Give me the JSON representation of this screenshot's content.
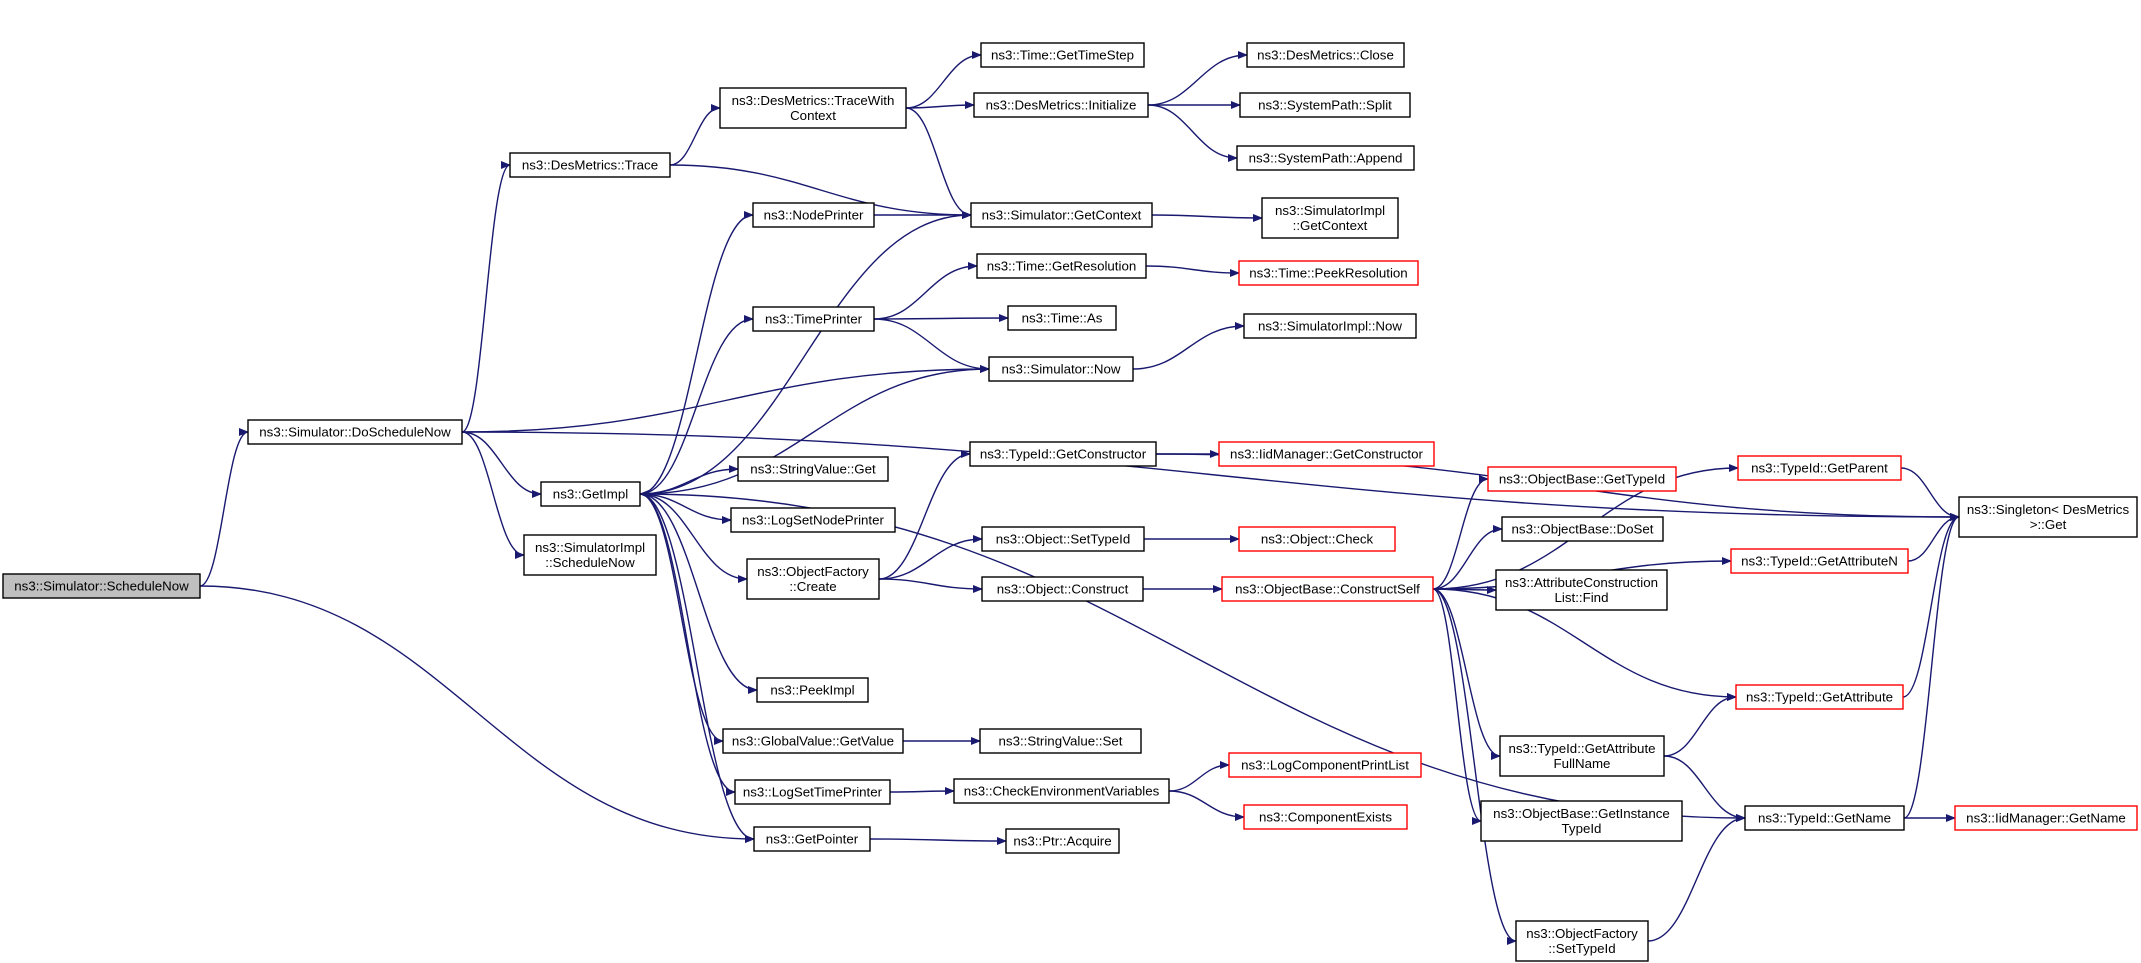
{
  "graph": {
    "edge_color": "#191970",
    "root_fill": "#bfbfbf",
    "external_node_border": "#ff0000",
    "nodes": [
      {
        "id": "schedulenow",
        "lines": [
          "ns3::Simulator::ScheduleNow"
        ],
        "root": true
      },
      {
        "id": "doschedulenow",
        "lines": [
          "ns3::Simulator::DoScheduleNow"
        ]
      },
      {
        "id": "getpointer",
        "lines": [
          "ns3::GetPointer"
        ]
      },
      {
        "id": "desmetricstrace",
        "lines": [
          "ns3::DesMetrics::Trace"
        ]
      },
      {
        "id": "getimpl",
        "lines": [
          "ns3::GetImpl"
        ]
      },
      {
        "id": "simimplschedulenow",
        "lines": [
          "ns3::SimulatorImpl",
          "::ScheduleNow"
        ]
      },
      {
        "id": "simulatornow",
        "lines": [
          "ns3::Simulator::Now"
        ]
      },
      {
        "id": "singletonget",
        "lines": [
          "ns3::Singleton< DesMetrics",
          ">::Get"
        ]
      },
      {
        "id": "tracewithcontext",
        "lines": [
          "ns3::DesMetrics::TraceWith",
          "Context"
        ]
      },
      {
        "id": "simgetcontext",
        "lines": [
          "ns3::Simulator::GetContext"
        ]
      },
      {
        "id": "timegettimestep",
        "lines": [
          "ns3::Time::GetTimeStep"
        ]
      },
      {
        "id": "desmetricsinit",
        "lines": [
          "ns3::DesMetrics::Initialize"
        ]
      },
      {
        "id": "desmetricsclose",
        "lines": [
          "ns3::DesMetrics::Close"
        ]
      },
      {
        "id": "systempathsplit",
        "lines": [
          "ns3::SystemPath::Split"
        ]
      },
      {
        "id": "systempathappend",
        "lines": [
          "ns3::SystemPath::Append"
        ]
      },
      {
        "id": "simimplgetcontext",
        "lines": [
          "ns3::SimulatorImpl",
          "::GetContext"
        ]
      },
      {
        "id": "nodeprinter",
        "lines": [
          "ns3::NodePrinter"
        ]
      },
      {
        "id": "timeprinter",
        "lines": [
          "ns3::TimePrinter"
        ]
      },
      {
        "id": "stringvalueget",
        "lines": [
          "ns3::StringValue::Get"
        ]
      },
      {
        "id": "logsetnodeprinter",
        "lines": [
          "ns3::LogSetNodePrinter"
        ]
      },
      {
        "id": "objectfactorycreate",
        "lines": [
          "ns3::ObjectFactory",
          "::Create"
        ]
      },
      {
        "id": "peekimpl",
        "lines": [
          "ns3::PeekImpl"
        ]
      },
      {
        "id": "globalvaluegetvalue",
        "lines": [
          "ns3::GlobalValue::GetValue"
        ]
      },
      {
        "id": "logsettimeprinter",
        "lines": [
          "ns3::LogSetTimePrinter"
        ]
      },
      {
        "id": "typeidgetname",
        "lines": [
          "ns3::TypeId::GetName"
        ]
      },
      {
        "id": "timegetresolution",
        "lines": [
          "ns3::Time::GetResolution"
        ]
      },
      {
        "id": "timeas",
        "lines": [
          "ns3::Time::As"
        ]
      },
      {
        "id": "timepeekresolution",
        "lines": [
          "ns3::Time::PeekResolution"
        ],
        "red": true
      },
      {
        "id": "simimplnow",
        "lines": [
          "ns3::SimulatorImpl::Now"
        ]
      },
      {
        "id": "typeidgetconstructor",
        "lines": [
          "ns3::TypeId::GetConstructor"
        ]
      },
      {
        "id": "objectsettypeid",
        "lines": [
          "ns3::Object::SetTypeId"
        ]
      },
      {
        "id": "objectconstruct",
        "lines": [
          "ns3::Object::Construct"
        ]
      },
      {
        "id": "iidgetconstructor",
        "lines": [
          "ns3::IidManager::GetConstructor"
        ],
        "red": true
      },
      {
        "id": "objectcheck",
        "lines": [
          "ns3::Object::Check"
        ],
        "red": true
      },
      {
        "id": "constructself",
        "lines": [
          "ns3::ObjectBase::ConstructSelf"
        ],
        "red": true
      },
      {
        "id": "objbasegettypeid",
        "lines": [
          "ns3::ObjectBase::GetTypeId"
        ],
        "red": true
      },
      {
        "id": "objbasedoset",
        "lines": [
          "ns3::ObjectBase::DoSet"
        ]
      },
      {
        "id": "attrconstrfind",
        "lines": [
          "ns3::AttributeConstruction",
          "List::Find"
        ]
      },
      {
        "id": "typeidgetattrfullname",
        "lines": [
          "ns3::TypeId::GetAttribute",
          "FullName"
        ]
      },
      {
        "id": "objbasegetinstancetypeid",
        "lines": [
          "ns3::ObjectBase::GetInstance",
          "TypeId"
        ]
      },
      {
        "id": "objfactorysettypeid",
        "lines": [
          "ns3::ObjectFactory",
          "::SetTypeId"
        ]
      },
      {
        "id": "typeidgetparent",
        "lines": [
          "ns3::TypeId::GetParent"
        ],
        "red": true
      },
      {
        "id": "typeidgetattributen",
        "lines": [
          "ns3::TypeId::GetAttributeN"
        ],
        "red": true
      },
      {
        "id": "typeidgetattribute",
        "lines": [
          "ns3::TypeId::GetAttribute"
        ],
        "red": true
      },
      {
        "id": "iidgetname",
        "lines": [
          "ns3::IidManager::GetName"
        ],
        "red": true
      },
      {
        "id": "stringvalueset",
        "lines": [
          "ns3::StringValue::Set"
        ]
      },
      {
        "id": "checkenvvars",
        "lines": [
          "ns3::CheckEnvironmentVariables"
        ]
      },
      {
        "id": "logcomponentprintlist",
        "lines": [
          "ns3::LogComponentPrintList"
        ],
        "red": true
      },
      {
        "id": "componentexists",
        "lines": [
          "ns3::ComponentExists"
        ],
        "red": true
      },
      {
        "id": "ptracquire",
        "lines": [
          "ns3::Ptr::Acquire"
        ]
      }
    ],
    "edges": [
      [
        "schedulenow",
        "doschedulenow"
      ],
      [
        "schedulenow",
        "getpointer"
      ],
      [
        "doschedulenow",
        "desmetricstrace"
      ],
      [
        "doschedulenow",
        "getimpl"
      ],
      [
        "doschedulenow",
        "simimplschedulenow"
      ],
      [
        "doschedulenow",
        "simulatornow"
      ],
      [
        "doschedulenow",
        "singletonget"
      ],
      [
        "desmetricstrace",
        "tracewithcontext"
      ],
      [
        "desmetricstrace",
        "simgetcontext"
      ],
      [
        "tracewithcontext",
        "timegettimestep"
      ],
      [
        "tracewithcontext",
        "desmetricsinit"
      ],
      [
        "tracewithcontext",
        "simgetcontext"
      ],
      [
        "desmetricsinit",
        "desmetricsclose"
      ],
      [
        "desmetricsinit",
        "systempathsplit"
      ],
      [
        "desmetricsinit",
        "systempathappend"
      ],
      [
        "simgetcontext",
        "simimplgetcontext"
      ],
      [
        "simgetcontext",
        "getimpl"
      ],
      [
        "nodeprinter",
        "simgetcontext"
      ],
      [
        "getimpl",
        "nodeprinter"
      ],
      [
        "getimpl",
        "timeprinter"
      ],
      [
        "getimpl",
        "stringvalueget"
      ],
      [
        "getimpl",
        "logsetnodeprinter"
      ],
      [
        "getimpl",
        "objectfactorycreate"
      ],
      [
        "getimpl",
        "peekimpl"
      ],
      [
        "getimpl",
        "globalvaluegetvalue"
      ],
      [
        "getimpl",
        "logsettimeprinter"
      ],
      [
        "getimpl",
        "getpointer"
      ],
      [
        "getimpl",
        "typeidgetname"
      ],
      [
        "timeprinter",
        "timegetresolution"
      ],
      [
        "timeprinter",
        "timeas"
      ],
      [
        "timeprinter",
        "simulatornow"
      ],
      [
        "timegetresolution",
        "timepeekresolution"
      ],
      [
        "simulatornow",
        "simimplnow"
      ],
      [
        "simulatornow",
        "getimpl"
      ],
      [
        "objectfactorycreate",
        "typeidgetconstructor"
      ],
      [
        "objectfactorycreate",
        "objectsettypeid"
      ],
      [
        "objectfactorycreate",
        "objectconstruct"
      ],
      [
        "typeidgetconstructor",
        "iidgetconstructor"
      ],
      [
        "typeidgetconstructor",
        "singletonget"
      ],
      [
        "objectsettypeid",
        "objectcheck"
      ],
      [
        "objectconstruct",
        "constructself"
      ],
      [
        "constructself",
        "objbasegettypeid"
      ],
      [
        "constructself",
        "objbasedoset"
      ],
      [
        "constructself",
        "attrconstrfind"
      ],
      [
        "constructself",
        "typeidgetattrfullname"
      ],
      [
        "constructself",
        "objbasegetinstancetypeid"
      ],
      [
        "constructself",
        "objfactorysettypeid"
      ],
      [
        "constructself",
        "typeidgetparent"
      ],
      [
        "constructself",
        "typeidgetattributen"
      ],
      [
        "constructself",
        "typeidgetattribute"
      ],
      [
        "typeidgetparent",
        "singletonget"
      ],
      [
        "typeidgetattributen",
        "singletonget"
      ],
      [
        "typeidgetattribute",
        "singletonget"
      ],
      [
        "typeidgetattrfullname",
        "typeidgetattribute"
      ],
      [
        "typeidgetattrfullname",
        "typeidgetname"
      ],
      [
        "objfactorysettypeid",
        "typeidgetname"
      ],
      [
        "typeidgetname",
        "singletonget"
      ],
      [
        "typeidgetname",
        "iidgetname"
      ],
      [
        "globalvaluegetvalue",
        "stringvalueset"
      ],
      [
        "logsettimeprinter",
        "checkenvvars"
      ],
      [
        "checkenvvars",
        "logcomponentprintlist"
      ],
      [
        "checkenvvars",
        "componentexists"
      ],
      [
        "getpointer",
        "ptracquire"
      ]
    ]
  }
}
